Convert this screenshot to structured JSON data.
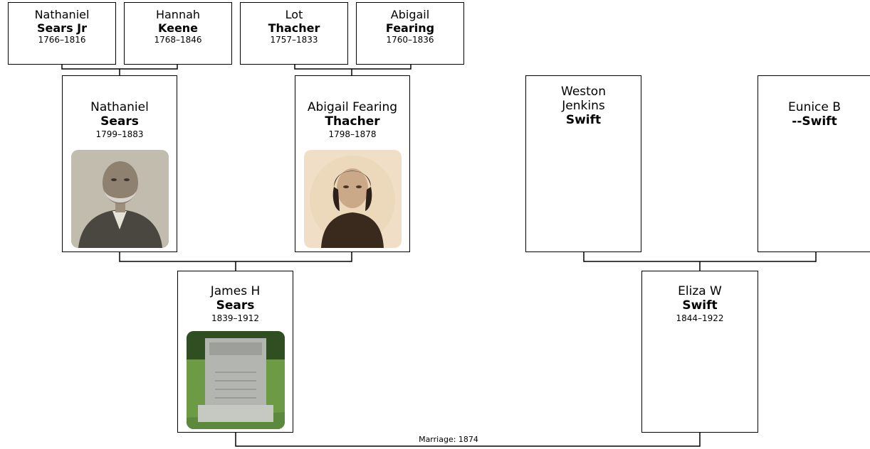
{
  "people": {
    "gg1": {
      "given": "Nathaniel",
      "surname": "Sears Jr",
      "dates": "1766–1816"
    },
    "gg2": {
      "given": "Hannah",
      "surname": "Keene",
      "dates": "1768–1846"
    },
    "gg3": {
      "given": "Lot",
      "surname": "Thacher",
      "dates": "1757–1833"
    },
    "gg4": {
      "given": "Abigail",
      "surname": "Fearing",
      "dates": "1760–1836"
    },
    "gp1": {
      "given": "Nathaniel",
      "surname": "Sears",
      "dates": "1799–1883"
    },
    "gp2": {
      "given": "Abigail Fearing",
      "surname": "Thacher",
      "dates": "1798–1878"
    },
    "gp3": {
      "given": "Weston Jenkins",
      "surname": "Swift",
      "dates": ""
    },
    "gp4": {
      "given": "Eunice B",
      "surname": "--Swift",
      "dates": ""
    },
    "p1": {
      "given": "James H",
      "surname": "Sears",
      "dates": "1839–1912"
    },
    "p2": {
      "given": "Eliza W",
      "surname": "Swift",
      "dates": "1844–1922"
    }
  },
  "marriage_label": "Marriage: 1874"
}
